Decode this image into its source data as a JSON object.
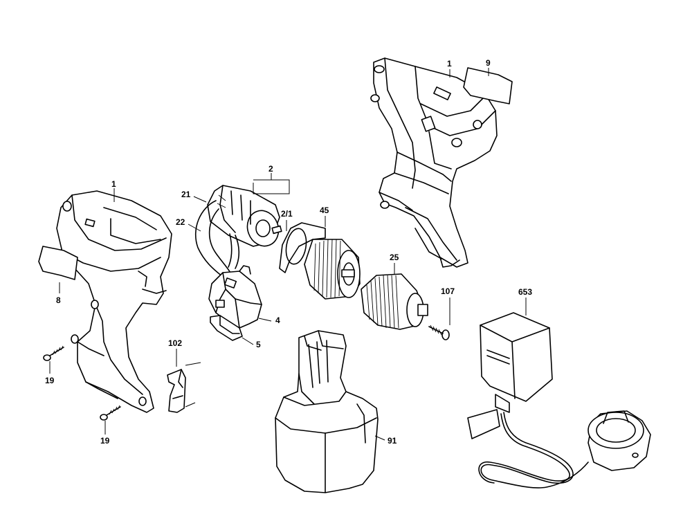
{
  "callouts": {
    "housing_right": "1",
    "nameplate_right": "9",
    "housing_left": "1",
    "nameplate_left": "8",
    "screw_upper": "19",
    "screw_lower": "19",
    "motor": "2",
    "motor_sub": "2/1",
    "wire_1": "21",
    "wire_2": "22",
    "switch": "4",
    "switch_part": "5",
    "clip": "102",
    "gearbox": "45",
    "chuck": "25",
    "chuck_screw": "107",
    "battery": "91",
    "charger": "653"
  }
}
